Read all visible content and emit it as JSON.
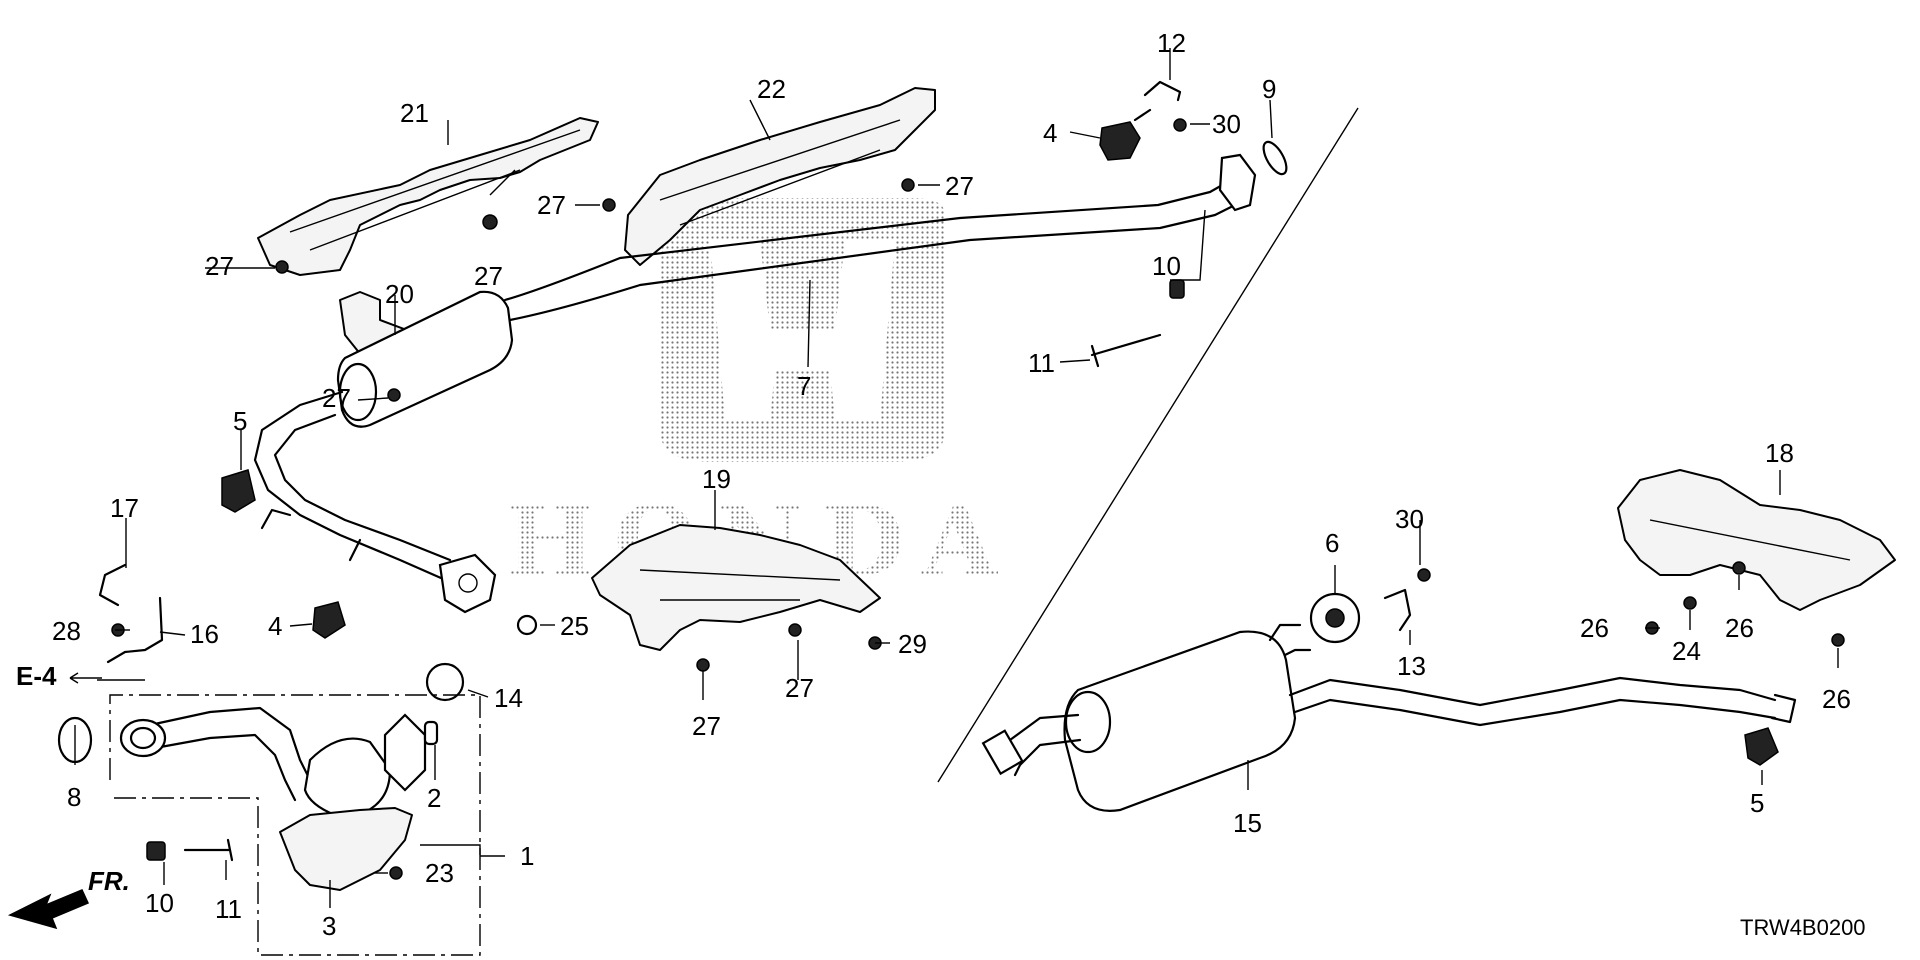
{
  "diagram": {
    "code": "TRW4B0200",
    "reference_label": "E-4",
    "front_label": "FR.",
    "watermark_text": "HONDA",
    "callouts": {
      "c1": "1",
      "c2": "2",
      "c3": "3",
      "c4a": "4",
      "c4b": "4",
      "c5a": "5",
      "c5b": "5",
      "c6": "6",
      "c7": "7",
      "c8": "8",
      "c9": "9",
      "c10a": "10",
      "c10b": "10",
      "c11a": "11",
      "c11b": "11",
      "c12": "12",
      "c13": "13",
      "c14": "14",
      "c15": "15",
      "c16": "16",
      "c17": "17",
      "c18": "18",
      "c19": "19",
      "c20": "20",
      "c21": "21",
      "c22": "22",
      "c23": "23",
      "c24": "24",
      "c25": "25",
      "c26a": "26",
      "c26b": "26",
      "c26c": "26",
      "c27a": "27",
      "c27b": "27",
      "c27c": "27",
      "c27d": "27",
      "c27e": "27",
      "c27f": "27",
      "c27g": "27",
      "c28": "28",
      "c29": "29",
      "c30a": "30",
      "c30b": "30"
    }
  }
}
